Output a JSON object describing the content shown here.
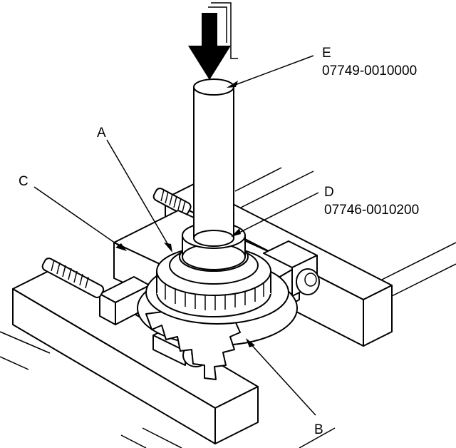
{
  "labels": {
    "a": "A",
    "b": "B",
    "c": "C",
    "d": "D",
    "d_part": "07746-0010200",
    "e": "E",
    "e_part": "07749-0010000"
  }
}
